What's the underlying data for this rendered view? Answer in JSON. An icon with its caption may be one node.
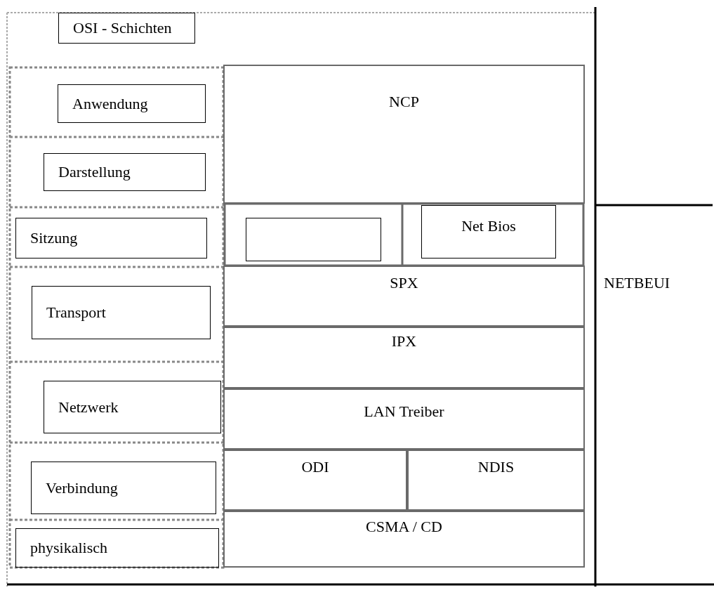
{
  "diagram": {
    "nodes": [
      {
        "text": [
          "OSI - Schichten"
        ]
      },
      {
        "text": [
          "Anwendung"
        ]
      },
      {
        "text": [
          "Darstellung"
        ]
      },
      {
        "text": [
          "Sitzung"
        ]
      },
      {
        "text": [
          "Transport"
        ]
      },
      {
        "text": [
          "Netzwerk"
        ]
      },
      {
        "text": [
          "Verbindung"
        ]
      },
      {
        "text": [
          "physikalisch"
        ]
      },
      {
        "text": [
          "NCP"
        ]
      },
      {
        "text": [],
        "shape": "box"
      },
      {
        "text": [
          "Net Bios"
        ]
      },
      {
        "text": [
          "SPX"
        ]
      },
      {
        "text": [
          "IPX"
        ]
      },
      {
        "text": [
          "LAN Treiber"
        ]
      },
      {
        "text": [
          "ODI"
        ]
      },
      {
        "text": [
          "NDIS"
        ]
      },
      {
        "text": [
          "CSMA / CD"
        ]
      }
    ],
    "labels": [
      "NETBEUI"
    ]
  }
}
